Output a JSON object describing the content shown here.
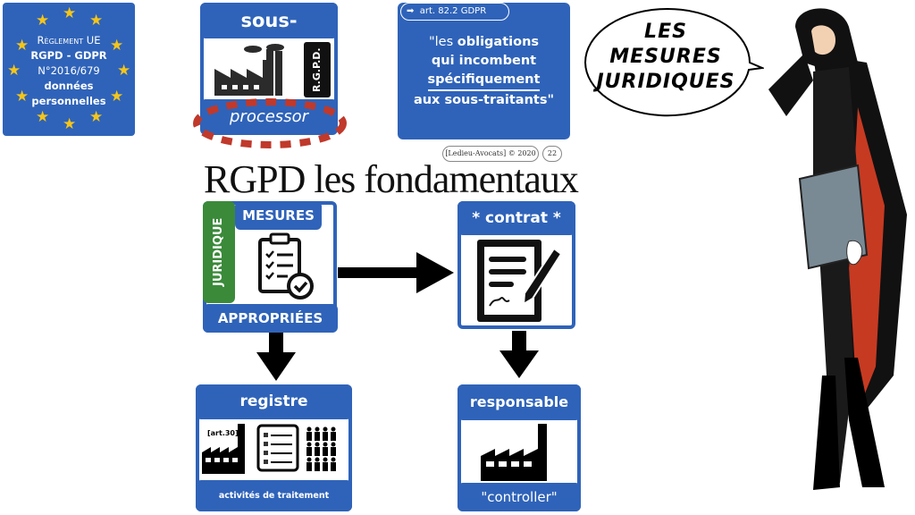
{
  "eu_badge": {
    "line1": "Règlement UE",
    "line2": "RGPD - GDPR",
    "line3": "N°2016/679",
    "line4": "données",
    "line5": "personnelles"
  },
  "processor_card": {
    "title": "sous-traitant",
    "side_label": "R.G.P.D.",
    "footer": "processor"
  },
  "quote_card": {
    "ref": "art. 82.2 GDPR",
    "q1": "\"les ",
    "q1b": "obligations",
    "q2": "qui incombent",
    "q3": "spécifiquement",
    "q4": "aux sous-traitants\""
  },
  "credit": "[Ledieu-Avocats] © 2020",
  "page_number": "22",
  "title": "RGPD les fondamentaux",
  "mesures": {
    "side": "JURIDIQUE",
    "top": "MESURES",
    "bottom": "APPROPRIÉES"
  },
  "contrat": {
    "title": "* contrat *"
  },
  "registre": {
    "title": "registre",
    "ref": "[art.30]",
    "footer": "activités de traitement"
  },
  "responsable": {
    "title": "responsable",
    "footer": "\"controller\""
  },
  "speech": {
    "l1": "LES",
    "l2": "MESURES",
    "l3": "JURIDIQUES"
  },
  "colors": {
    "blue": "#2f63b9",
    "green": "#3a8a3a",
    "red": "#c0392b"
  }
}
